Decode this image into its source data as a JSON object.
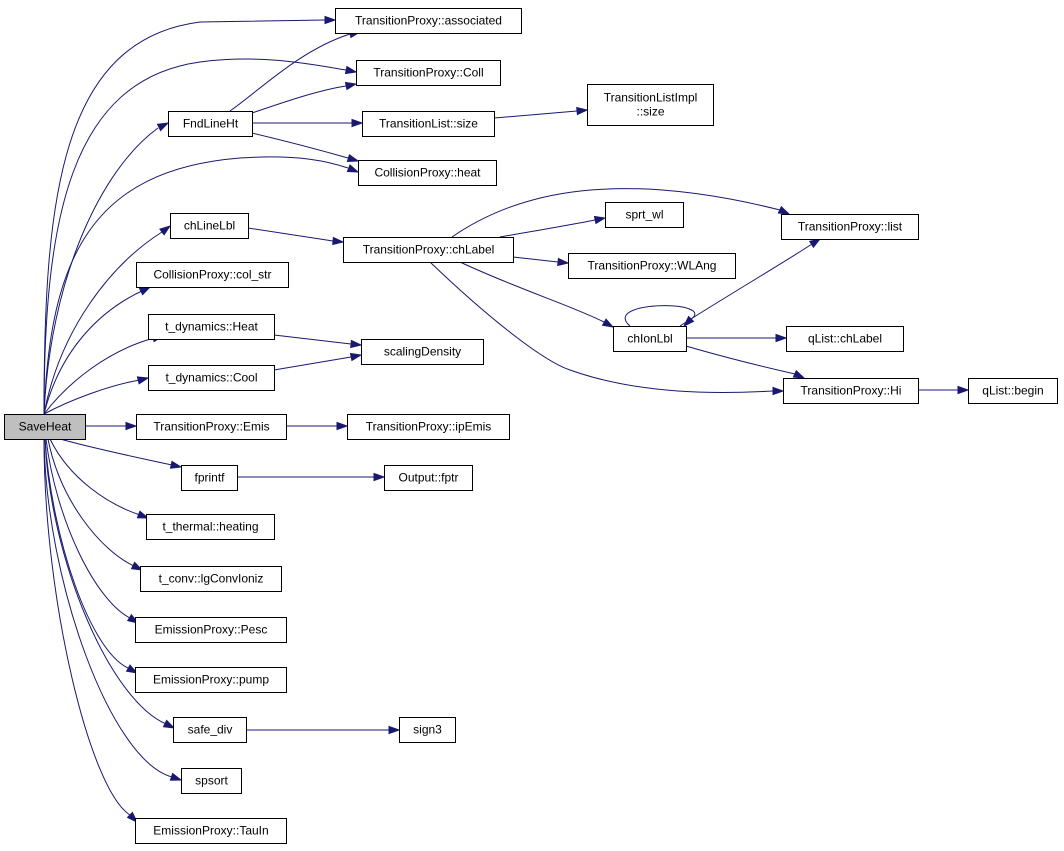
{
  "graph": {
    "edge_color": "#191970",
    "root_fill": "#bfbfbf",
    "node_fill": "#ffffff",
    "nodes": [
      {
        "id": "SaveHeat",
        "label": [
          "SaveHeat"
        ],
        "root": true
      },
      {
        "id": "assoc",
        "label": [
          "TransitionProxy::associated"
        ]
      },
      {
        "id": "coll",
        "label": [
          "TransitionProxy::Coll"
        ]
      },
      {
        "id": "fnd",
        "label": [
          "FndLineHt"
        ]
      },
      {
        "id": "tlsize",
        "label": [
          "TransitionList::size"
        ]
      },
      {
        "id": "tlisize",
        "label": [
          "TransitionListImpl",
          "::size"
        ]
      },
      {
        "id": "cpheat",
        "label": [
          "CollisionProxy::heat"
        ]
      },
      {
        "id": "chlinelbl",
        "label": [
          "chLineLbl"
        ]
      },
      {
        "id": "tpchlabel",
        "label": [
          "TransitionProxy::chLabel"
        ]
      },
      {
        "id": "sprtwl",
        "label": [
          "sprt_wl"
        ]
      },
      {
        "id": "tplist",
        "label": [
          "TransitionProxy::list"
        ]
      },
      {
        "id": "tpwlang",
        "label": [
          "TransitionProxy::WLAng"
        ]
      },
      {
        "id": "colstr",
        "label": [
          "CollisionProxy::col_str"
        ]
      },
      {
        "id": "tdheat",
        "label": [
          "t_dynamics::Heat"
        ]
      },
      {
        "id": "scaling",
        "label": [
          "scalingDensity"
        ]
      },
      {
        "id": "chionlbl",
        "label": [
          "chIonLbl"
        ]
      },
      {
        "id": "qlchlabel",
        "label": [
          "qList::chLabel"
        ]
      },
      {
        "id": "tdcool",
        "label": [
          "t_dynamics::Cool"
        ]
      },
      {
        "id": "tphi",
        "label": [
          "TransitionProxy::Hi"
        ]
      },
      {
        "id": "qlbegin",
        "label": [
          "qList::begin"
        ]
      },
      {
        "id": "tpemis",
        "label": [
          "TransitionProxy::Emis"
        ]
      },
      {
        "id": "tpipemis",
        "label": [
          "TransitionProxy::ipEmis"
        ]
      },
      {
        "id": "fprintf",
        "label": [
          "fprintf"
        ]
      },
      {
        "id": "outfptr",
        "label": [
          "Output::fptr"
        ]
      },
      {
        "id": "tthheat",
        "label": [
          "t_thermal::heating"
        ]
      },
      {
        "id": "tconv",
        "label": [
          "t_conv::lgConvIoniz"
        ]
      },
      {
        "id": "eppesc",
        "label": [
          "EmissionProxy::Pesc"
        ]
      },
      {
        "id": "eppump",
        "label": [
          "EmissionProxy::pump"
        ]
      },
      {
        "id": "safediv",
        "label": [
          "safe_div"
        ]
      },
      {
        "id": "sign3",
        "label": [
          "sign3"
        ]
      },
      {
        "id": "spsort",
        "label": [
          "spsort"
        ]
      },
      {
        "id": "eptauin",
        "label": [
          "EmissionProxy::TauIn"
        ]
      }
    ],
    "edges": [
      [
        "SaveHeat",
        "assoc"
      ],
      [
        "SaveHeat",
        "coll"
      ],
      [
        "SaveHeat",
        "fnd"
      ],
      [
        "SaveHeat",
        "cpheat"
      ],
      [
        "SaveHeat",
        "chlinelbl"
      ],
      [
        "SaveHeat",
        "colstr"
      ],
      [
        "SaveHeat",
        "tdheat"
      ],
      [
        "SaveHeat",
        "tdcool"
      ],
      [
        "SaveHeat",
        "tpemis"
      ],
      [
        "SaveHeat",
        "fprintf"
      ],
      [
        "SaveHeat",
        "tthheat"
      ],
      [
        "SaveHeat",
        "tconv"
      ],
      [
        "SaveHeat",
        "eppesc"
      ],
      [
        "SaveHeat",
        "eppump"
      ],
      [
        "SaveHeat",
        "safediv"
      ],
      [
        "SaveHeat",
        "spsort"
      ],
      [
        "SaveHeat",
        "eptauin"
      ],
      [
        "fnd",
        "assoc"
      ],
      [
        "fnd",
        "coll"
      ],
      [
        "fnd",
        "tlsize"
      ],
      [
        "fnd",
        "cpheat"
      ],
      [
        "tlsize",
        "tlisize"
      ],
      [
        "chlinelbl",
        "tpchlabel"
      ],
      [
        "tpchlabel",
        "tplist"
      ],
      [
        "tpchlabel",
        "sprtwl"
      ],
      [
        "tpchlabel",
        "tpwlang"
      ],
      [
        "tpchlabel",
        "chionlbl"
      ],
      [
        "tpchlabel",
        "tphi"
      ],
      [
        "chionlbl",
        "chionlbl"
      ],
      [
        "chionlbl",
        "tplist"
      ],
      [
        "chionlbl",
        "qlchlabel"
      ],
      [
        "chionlbl",
        "tphi"
      ],
      [
        "tphi",
        "qlbegin"
      ],
      [
        "tdheat",
        "scaling"
      ],
      [
        "tdcool",
        "scaling"
      ],
      [
        "tpemis",
        "tpipemis"
      ],
      [
        "fprintf",
        "outfptr"
      ],
      [
        "safediv",
        "sign3"
      ]
    ]
  }
}
